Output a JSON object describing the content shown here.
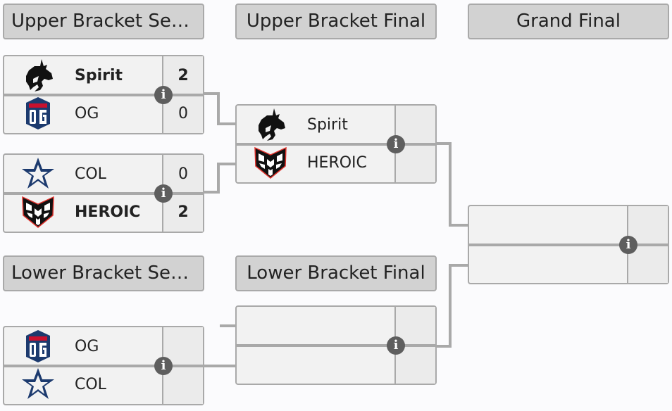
{
  "rounds": {
    "upper_semi": "Upper Bracket Semifinals",
    "upper_final": "Upper Bracket Final",
    "grand_final": "Grand Final",
    "lower_semi": "Lower Bracket Semifinals",
    "lower_final": "Lower Bracket Final"
  },
  "matches": {
    "ub_semi_1": {
      "team1": {
        "name": "Spirit",
        "score": "2",
        "logo": "spirit-logo",
        "winner": true
      },
      "team2": {
        "name": "OG",
        "score": "0",
        "logo": "og-logo",
        "winner": false
      }
    },
    "ub_semi_2": {
      "team1": {
        "name": "COL",
        "score": "0",
        "logo": "col-logo",
        "winner": false
      },
      "team2": {
        "name": "HEROIC",
        "score": "2",
        "logo": "heroic-logo",
        "winner": true
      }
    },
    "ub_final": {
      "team1": {
        "name": "Spirit",
        "score": "",
        "logo": "spirit-logo"
      },
      "team2": {
        "name": "HEROIC",
        "score": "",
        "logo": "heroic-logo"
      }
    },
    "lb_semi": {
      "team1": {
        "name": "OG",
        "score": "",
        "logo": "og-logo"
      },
      "team2": {
        "name": "COL",
        "score": "",
        "logo": "col-logo"
      }
    },
    "lb_final": {
      "team1": {
        "name": "",
        "score": ""
      },
      "team2": {
        "name": "",
        "score": ""
      }
    },
    "grand_final": {
      "team1": {
        "name": "",
        "score": ""
      },
      "team2": {
        "name": "",
        "score": ""
      }
    }
  },
  "icons": {
    "info": "i"
  },
  "colors": {
    "header_bg": "#d2d2d2",
    "border": "#a9a9a9",
    "cell_bg": "#f2f2f2",
    "score_bg": "#ebebeb",
    "info_bg": "#5e5e5e",
    "og_blue": "#1c3a6e",
    "heroic_red": "#e0312b"
  }
}
